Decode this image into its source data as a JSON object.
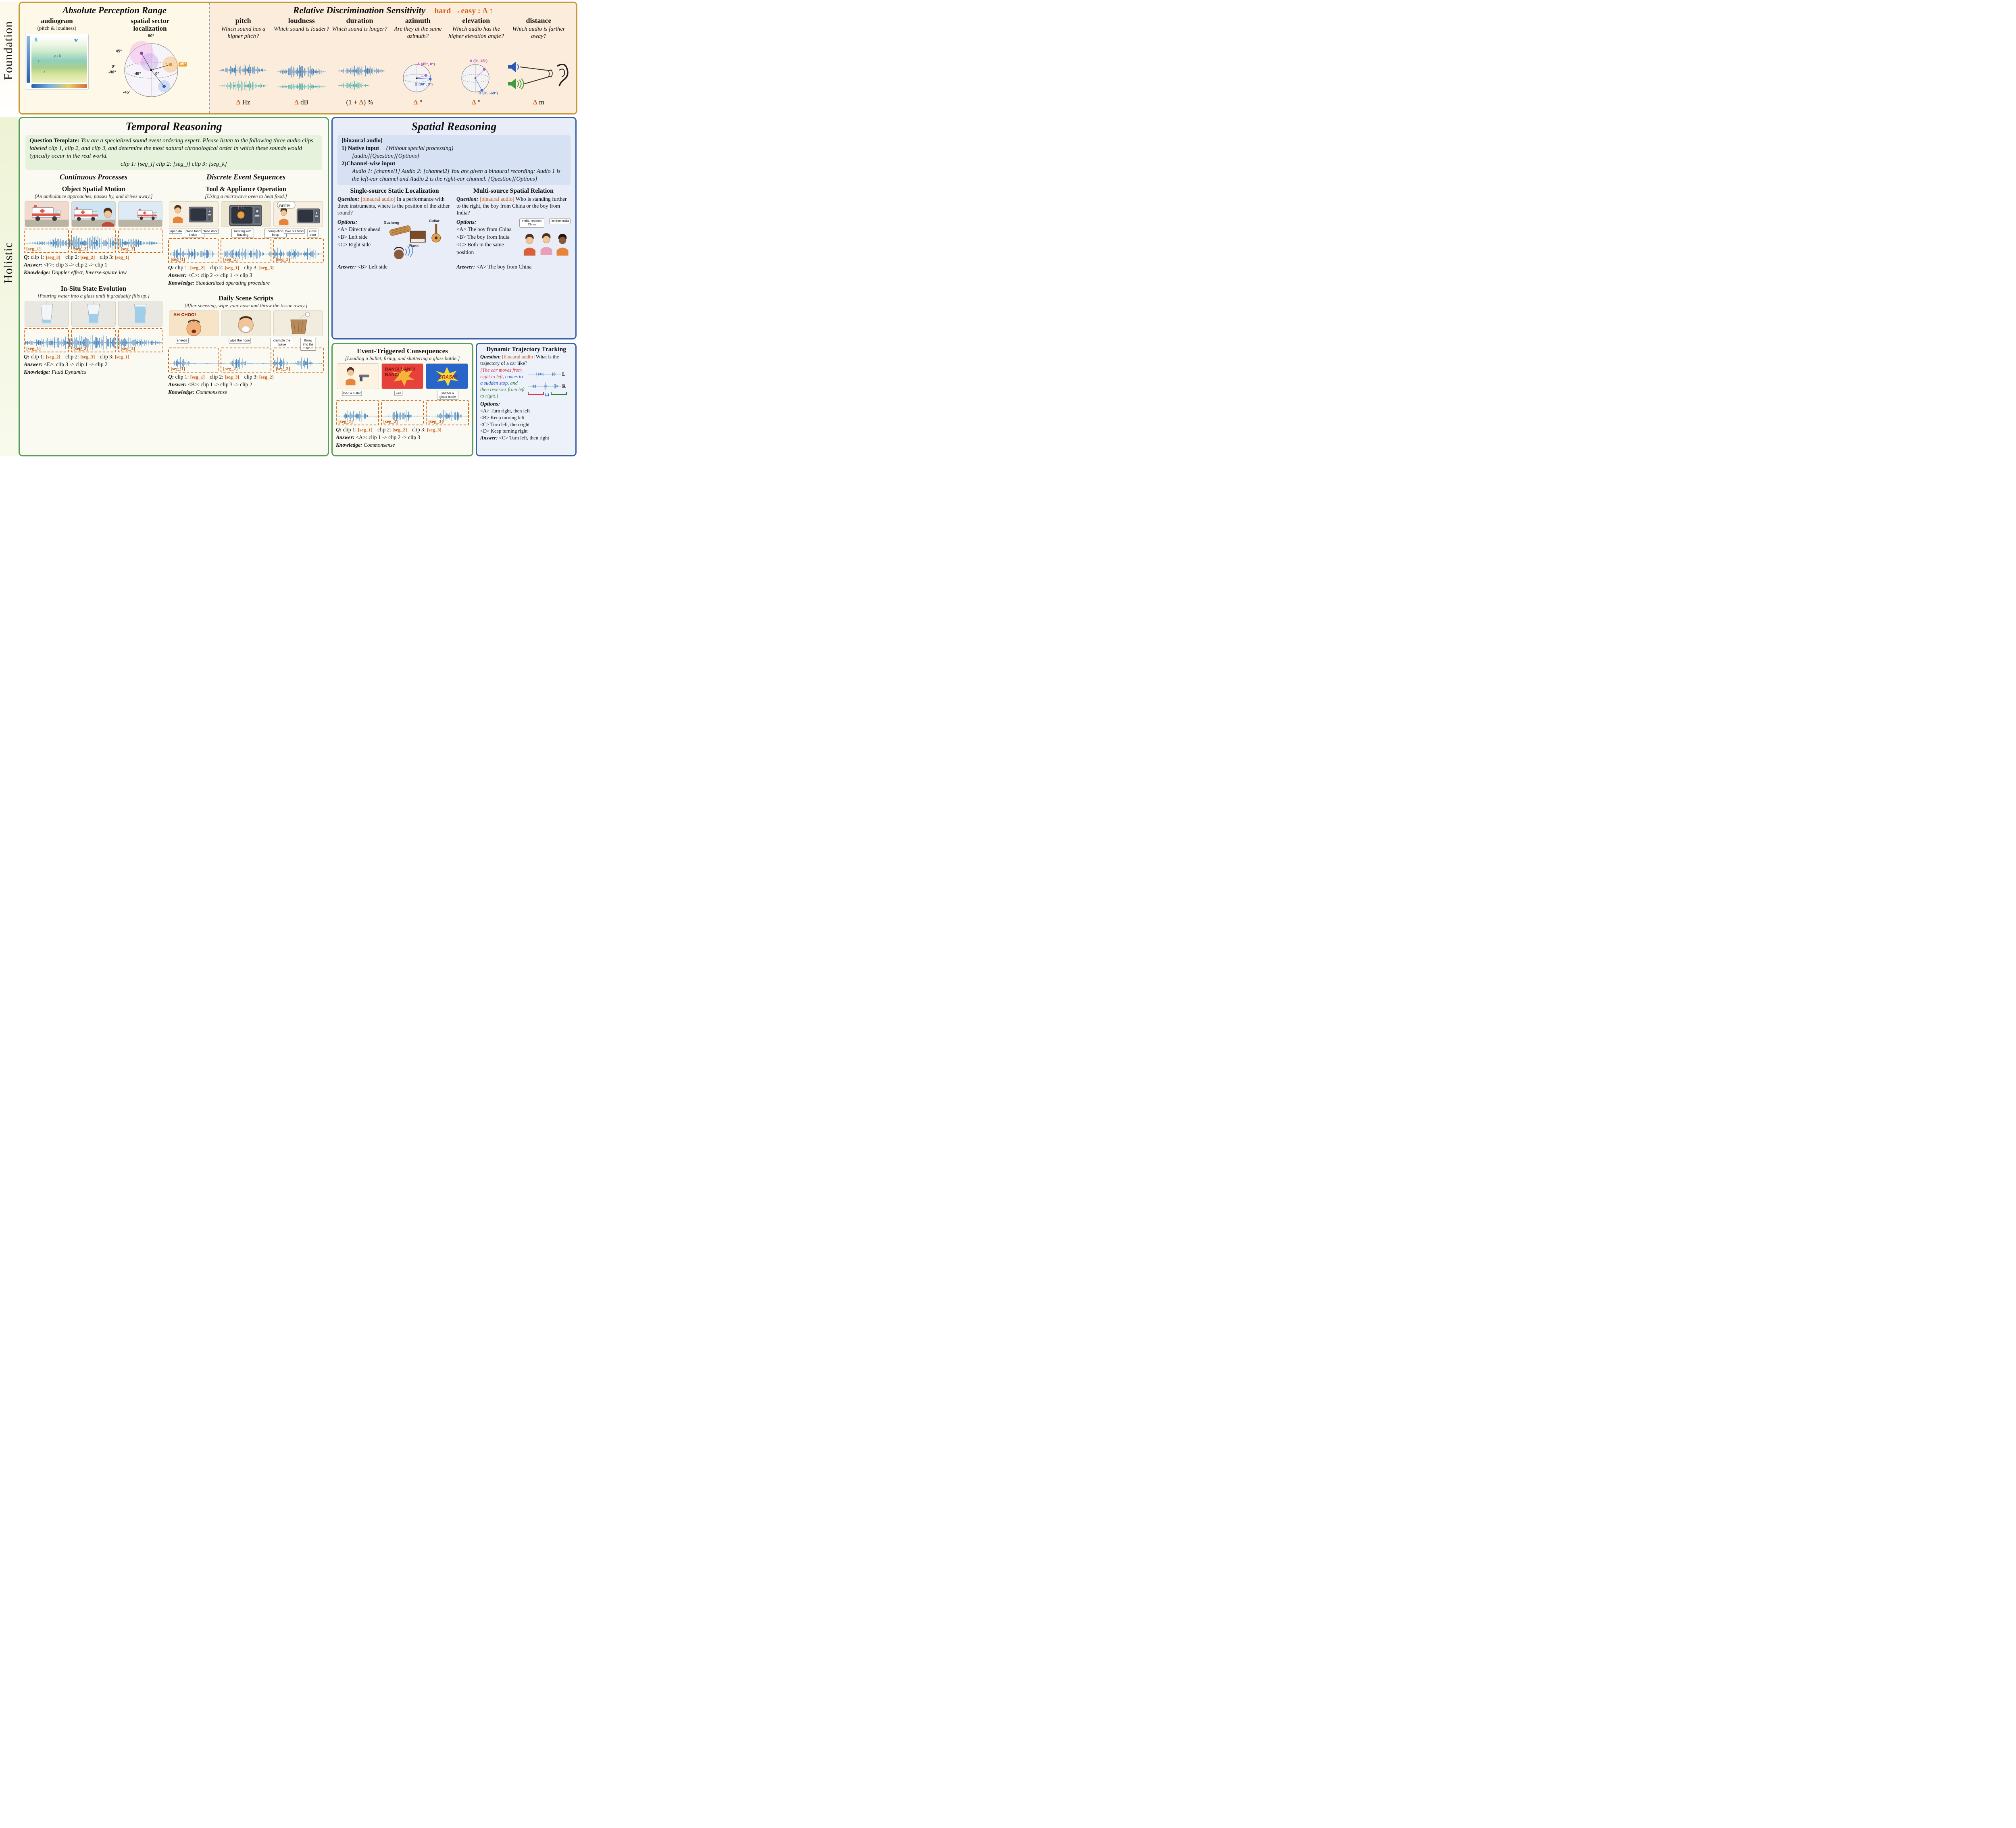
{
  "colors": {
    "accent_orange": "#d2601a",
    "seg_orange": "#c45a10",
    "foundation_border": "#c99a3a",
    "temporal_border": "#56a056",
    "spatial_border": "#3a5fa8",
    "wave_blue": "#2e74b5",
    "wave_teal": "#35a8a2",
    "trajectory_red": "#d23b4e",
    "trajectory_blue": "#2a4bbf",
    "trajectory_green": "#2e7d32"
  },
  "side": {
    "foundation": "Foundation",
    "holistic": "Holistic"
  },
  "foundation": {
    "absolute": {
      "title": "Absolute Perception Range",
      "audiogram_title": "audiogram",
      "audiogram_sub": "(pitch & loudness)",
      "spatial_title": "spatial sector localization",
      "sphere": [
        "90°",
        "45°",
        "0°",
        "-90°",
        "-45°",
        "0°",
        "45°",
        "-45°"
      ]
    },
    "relative": {
      "title": "Relative Discrimination Sensitivity",
      "note": "hard →easy : Δ ↑",
      "columns": [
        {
          "name": "pitch",
          "question": "Which sound has a higher pitch?",
          "metric": "Δ Hz"
        },
        {
          "name": "loudness",
          "question": "Which sound is louder?",
          "metric": "Δ dB"
        },
        {
          "name": "duration",
          "question": "Which sound is longer?",
          "metric": "(1 + Δ) %"
        },
        {
          "name": "azimuth",
          "question": "Are they at the same azimuth?",
          "metric": "Δ °",
          "a": "A (45°, 0°)",
          "b": "B (90°, 0°)"
        },
        {
          "name": "elevation",
          "question": "Which audio has the higher elevation angle?",
          "metric": "Δ °",
          "a": "A (0°, 45°)",
          "b": "B (0°, -60°)"
        },
        {
          "name": "distance",
          "question": "Which audio is farther away?",
          "metric": "Δ m"
        }
      ]
    }
  },
  "temporal": {
    "title": "Temporal Reasoning",
    "template": {
      "label": "Question Template:",
      "body": "You are a specialized sound event ordering expert. Please listen to the following three audio clips labeled clip 1, clip 2, and clip 3, and determine the most natural chronological order in which these sounds would typically occur in the real world.",
      "clips": "clip 1: [seg_i]   clip 2: [seg_j]   clip 3: [seg_k]"
    },
    "columns": {
      "continuous": "Continuous Processes",
      "discrete": "Discrete Event Sequences"
    },
    "q_label": "Q:",
    "answer_label": "Answer:",
    "knowledge_label": "Knowledge:",
    "cards": [
      {
        "title": "Object Spatial Motion",
        "caption": "[An ambulance approaches, passes by, and drives away.]",
        "segs": [
          "[seg_1]",
          "[seg_2]",
          "[seg_3]"
        ],
        "q": [
          "clip 1:",
          "[seg_3]",
          "clip 2:",
          "[seg_2]",
          "clip 3:",
          "[seg_1]"
        ],
        "answer": "<F>: clip 3 -> clip 2 -> clip 1",
        "knowledge": "Doppler effect, Inverse-square law"
      },
      {
        "title": "In-Situ State Evolution",
        "caption": "[Pouring water into a glass until it gradually fills up.]",
        "segs": [
          "[seg_1]",
          "[seg_2]",
          "[seg_3]"
        ],
        "q": [
          "clip 1:",
          "[seg_2]",
          "clip 2:",
          "[seg_3]",
          "clip 3:",
          "[seg_1]"
        ],
        "answer": "<E>: clip 3 -> clip 1 -> clip 2",
        "knowledge": "Fluid Dynamics"
      },
      {
        "title": "Tool & Appliance Operation",
        "caption": "[Using a microwave oven to heat food.]",
        "panel_text": "BEEP!",
        "events": [
          "open door",
          "place food inside",
          "close door",
          "heating with buzzing",
          "completion beep",
          "take out food",
          "close door"
        ],
        "segs": [
          "[seg_1]",
          "[seg_2]",
          "[seg_3]"
        ],
        "q": [
          "clip 1:",
          "[seg_2]",
          "clip 2:",
          "[seg_1]",
          "clip 3:",
          "[seg_3]"
        ],
        "answer": "<C>: clip 2 -> clip 1 -> clip 3",
        "knowledge": "Standardized operating procedure"
      },
      {
        "title": "Daily Scene Scripts",
        "caption": "[After sneezing, wipe your nose and throw the tissue away.]",
        "panel_text": "AH-CHOO!",
        "events": [
          "sneeze",
          "wipe the nose",
          "crumple the tissue",
          "throw into the bin"
        ],
        "segs": [
          "[seg_1]",
          "[seg_2]",
          "[seg_3]"
        ],
        "q": [
          "clip 1:",
          "[seg_1]",
          "clip 2:",
          "[seg_3]",
          "clip 3:",
          "[seg_2]"
        ],
        "answer": "<B>: clip 1 -> clip 3 -> clip 2",
        "knowledge": "Commonsense"
      },
      {
        "title": "Event-Triggered Consequences",
        "caption": "[Loading a bullet, firing, and shattering a glass bottle.]",
        "panel_texts": [
          "BANG! BANG! BANG!",
          "CRASH!"
        ],
        "events": [
          "load a bullet",
          "Fire",
          "shatter a glass bottle"
        ],
        "segs": [
          "[seg_1]",
          "[seg_2]",
          "[seg_3]"
        ],
        "q": [
          "clip 1:",
          "[seg_1]",
          "clip 2:",
          "[seg_2]",
          "clip 3:",
          "[seg_3]"
        ],
        "answer": "<A>: clip 1 -> clip 2 -> clip 3",
        "knowledge": "Commonsense"
      }
    ]
  },
  "spatial": {
    "title": "Spatial Reasoning",
    "template": {
      "binaural": "[binaural audio]",
      "native_label": "1) Native input",
      "native_note": "(Without special processing)",
      "native_fmt": "[audio]{Question}{Options}",
      "channel_label": "2)Channel-wise input",
      "channel_body": "Audio 1: [channel1] Audio 2: [channel2] You are given a binaural recording: Audio 1 is the left-ear channel and Audio 2 is the right-ear channel. {Question}{Options}"
    },
    "q_label": "Question:",
    "options_label": "Options:",
    "answer_label": "Answer:",
    "binaural_tag": "[binaural audio]",
    "single": {
      "title": "Single-source Static Localization",
      "question": "In a performance with three instruments, where is the position of the zither sound?",
      "options": [
        "<A> Directly ahead",
        "<B> Left side",
        "<C> Right side"
      ],
      "instruments": [
        "Guzheng",
        "Piano",
        "Guitar"
      ],
      "answer": "<B> Left side"
    },
    "multi": {
      "title": "Multi-source Spatial Relation",
      "question": "Who is standing further to the right, the boy from China or the boy from India?",
      "options": [
        "<A> The boy from China",
        "<B> The boy from India",
        "<C> Both in the same position"
      ],
      "bubbles": [
        "Hello, I'm from China",
        "I'm from India"
      ],
      "answer": "<A> The boy from China"
    },
    "dynamic": {
      "title": "Dynamic Trajectory Tracking",
      "question": "What is the trajectory of a car like?",
      "trajectory": [
        {
          "text": "[The car moves from right to left, ",
          "color": "#d23b4e"
        },
        {
          "text": "comes to a sudden stop, ",
          "color": "#2a4bbf"
        },
        {
          "text": "and then reverses from left to right.]",
          "color": "#2e7d32"
        }
      ],
      "wave_labels": [
        "L",
        "R"
      ],
      "options": [
        "<A> Turn right, then left",
        "<B> Keep turning left",
        "<C> Turn left, then right",
        "<D> Keep turning right"
      ],
      "answer": "<C> Turn left, then right"
    }
  }
}
